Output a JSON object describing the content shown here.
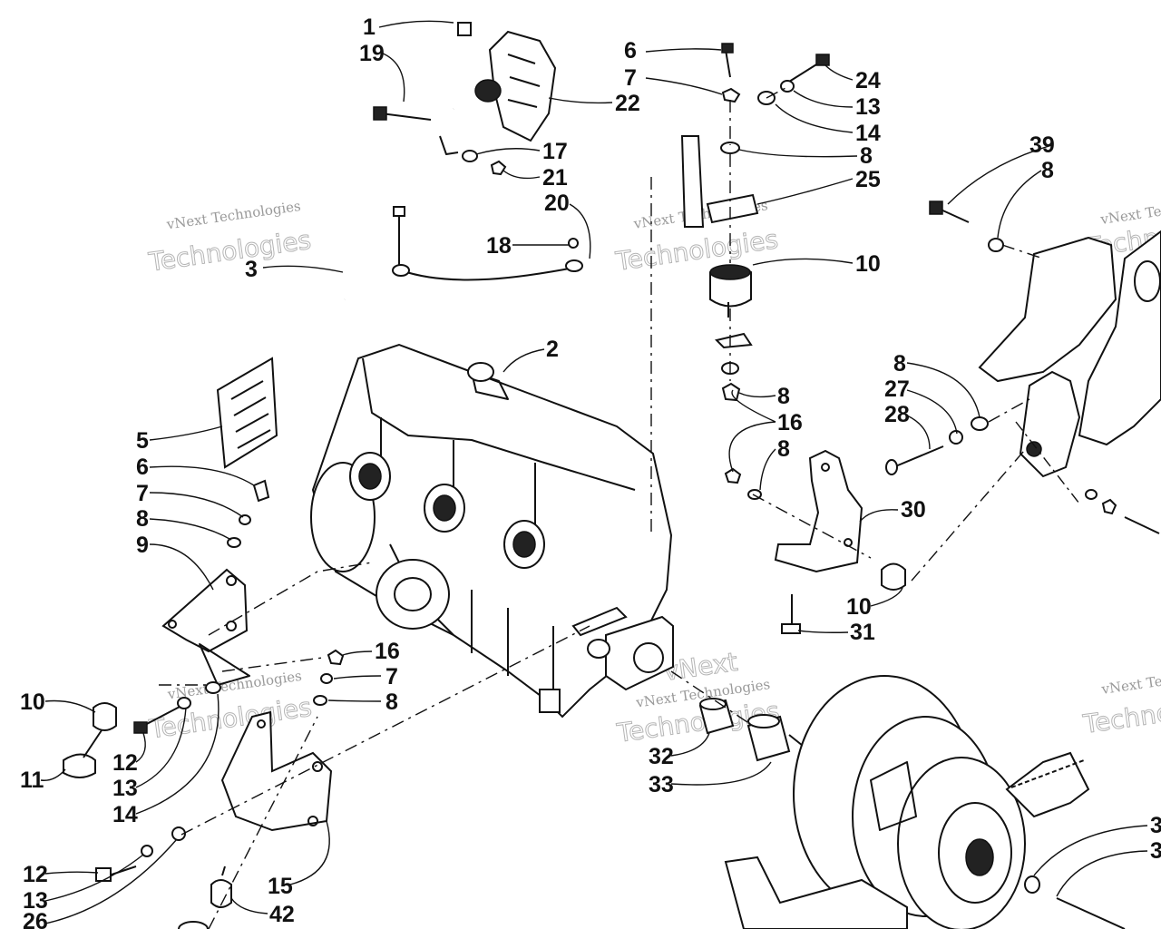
{
  "diagram": {
    "watermark": {
      "line1": "vNext Technologies",
      "line2": "Technologies",
      "line3": "vNext"
    },
    "callouts": [
      {
        "id": "c1",
        "label": "1"
      },
      {
        "id": "c19",
        "label": "19"
      },
      {
        "id": "c22",
        "label": "22"
      },
      {
        "id": "c17",
        "label": "17"
      },
      {
        "id": "c21",
        "label": "21"
      },
      {
        "id": "c20",
        "label": "20"
      },
      {
        "id": "c18",
        "label": "18"
      },
      {
        "id": "c3",
        "label": "3"
      },
      {
        "id": "c6a",
        "label": "6"
      },
      {
        "id": "c7a",
        "label": "7"
      },
      {
        "id": "c24",
        "label": "24"
      },
      {
        "id": "c13a",
        "label": "13"
      },
      {
        "id": "c14a",
        "label": "14"
      },
      {
        "id": "c8a",
        "label": "8"
      },
      {
        "id": "c25",
        "label": "25"
      },
      {
        "id": "c10a",
        "label": "10"
      },
      {
        "id": "c8b",
        "label": "8"
      },
      {
        "id": "c16a",
        "label": "16"
      },
      {
        "id": "c8c",
        "label": "8"
      },
      {
        "id": "c30",
        "label": "30"
      },
      {
        "id": "c10b",
        "label": "10"
      },
      {
        "id": "c31",
        "label": "31"
      },
      {
        "id": "c39",
        "label": "39"
      },
      {
        "id": "c8d",
        "label": "8"
      },
      {
        "id": "c8e",
        "label": "8"
      },
      {
        "id": "c27",
        "label": "27"
      },
      {
        "id": "c28",
        "label": "28"
      },
      {
        "id": "c2",
        "label": "2"
      },
      {
        "id": "c5",
        "label": "5"
      },
      {
        "id": "c6b",
        "label": "6"
      },
      {
        "id": "c7b",
        "label": "7"
      },
      {
        "id": "c8f",
        "label": "8"
      },
      {
        "id": "c9",
        "label": "9"
      },
      {
        "id": "c10c",
        "label": "10"
      },
      {
        "id": "c11",
        "label": "11"
      },
      {
        "id": "c12a",
        "label": "12"
      },
      {
        "id": "c13b",
        "label": "13"
      },
      {
        "id": "c14b",
        "label": "14"
      },
      {
        "id": "c16b",
        "label": "16"
      },
      {
        "id": "c7c",
        "label": "7"
      },
      {
        "id": "c8g",
        "label": "8"
      },
      {
        "id": "c12b",
        "label": "12"
      },
      {
        "id": "c13c",
        "label": "13"
      },
      {
        "id": "c26",
        "label": "26"
      },
      {
        "id": "c15",
        "label": "15"
      },
      {
        "id": "c42",
        "label": "42"
      },
      {
        "id": "c32",
        "label": "32"
      },
      {
        "id": "c33",
        "label": "33"
      },
      {
        "id": "c3x",
        "label": "3"
      },
      {
        "id": "c3y",
        "label": "3"
      }
    ]
  }
}
